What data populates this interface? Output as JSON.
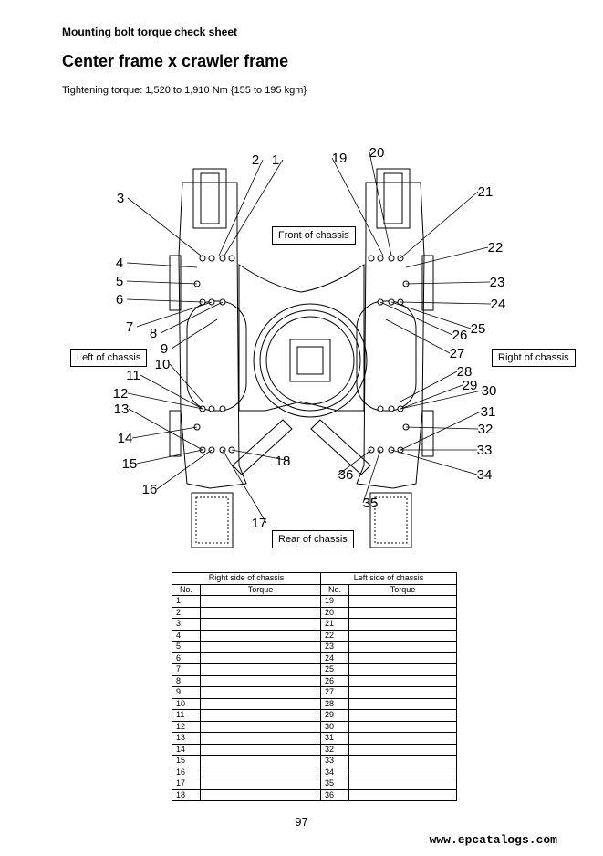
{
  "header": {
    "sheet_title": "Mounting bolt torque check sheet",
    "title": "Center frame x crawler frame",
    "tightening_torque": "Tightening torque: 1,520 to 1,910 Nm {155 to 195 kgm}"
  },
  "diagram": {
    "front_label": "Front of chassis",
    "rear_label": "Rear of chassis",
    "left_label": "Left of chassis",
    "right_label": "Right of chassis",
    "callouts": [
      "1",
      "2",
      "3",
      "4",
      "5",
      "6",
      "7",
      "8",
      "9",
      "10",
      "11",
      "12",
      "13",
      "14",
      "15",
      "16",
      "17",
      "18",
      "19",
      "20",
      "21",
      "22",
      "23",
      "24",
      "25",
      "26",
      "27",
      "28",
      "29",
      "30",
      "31",
      "32",
      "33",
      "34",
      "35",
      "36"
    ]
  },
  "table": {
    "right_side_header": "Right side of chassis",
    "left_side_header": "Left side of chassis",
    "no_header": "No.",
    "torque_header": "Torque",
    "rows": [
      {
        "right_no": "1",
        "left_no": "19"
      },
      {
        "right_no": "2",
        "left_no": "20"
      },
      {
        "right_no": "3",
        "left_no": "21"
      },
      {
        "right_no": "4",
        "left_no": "22"
      },
      {
        "right_no": "5",
        "left_no": "23"
      },
      {
        "right_no": "6",
        "left_no": "24"
      },
      {
        "right_no": "7",
        "left_no": "25"
      },
      {
        "right_no": "8",
        "left_no": "26"
      },
      {
        "right_no": "9",
        "left_no": "27"
      },
      {
        "right_no": "10",
        "left_no": "28"
      },
      {
        "right_no": "11",
        "left_no": "29"
      },
      {
        "right_no": "12",
        "left_no": "30"
      },
      {
        "right_no": "13",
        "left_no": "31"
      },
      {
        "right_no": "14",
        "left_no": "32"
      },
      {
        "right_no": "15",
        "left_no": "33"
      },
      {
        "right_no": "16",
        "left_no": "34"
      },
      {
        "right_no": "17",
        "left_no": "35"
      },
      {
        "right_no": "18",
        "left_no": "36"
      }
    ]
  },
  "footer": {
    "page_number": "97",
    "watermark": "www.epcatalogs.com"
  }
}
